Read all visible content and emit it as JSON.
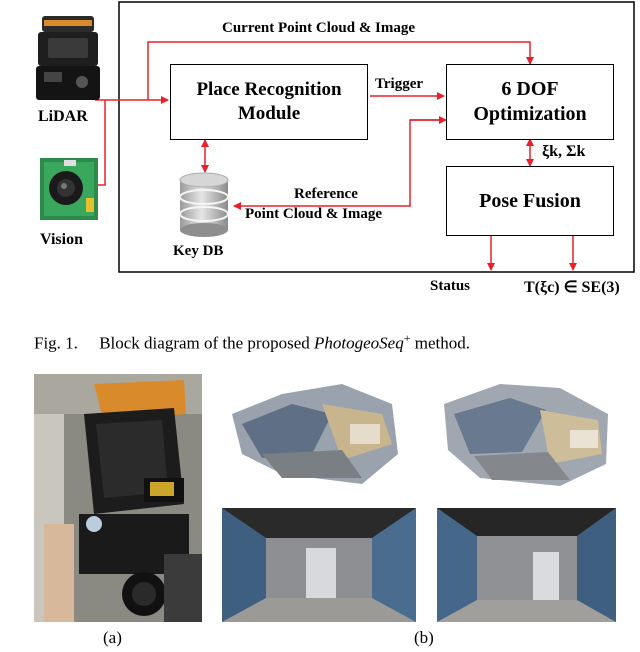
{
  "diagram": {
    "lidar_label": "LiDAR",
    "vision_label": "Vision",
    "place_recognition": [
      "Place Recognition",
      "Module"
    ],
    "dof_optimization": [
      "6 DOF",
      "Optimization"
    ],
    "pose_fusion": "Pose Fusion",
    "key_db": "Key DB",
    "current_label": "Current Point Cloud & Image",
    "trigger_label": "Trigger",
    "reference_label": [
      "Reference",
      "Point Cloud & Image"
    ],
    "xi_sigma_label": "ξk, Σk",
    "status_label": "Status",
    "pose_output": "T(ξc) ∈ SE(3)"
  },
  "caption": {
    "fig": "Fig. 1.",
    "text_before": "Block diagram of the proposed",
    "method": "PhotogeoSeq",
    "superscript": "+",
    "text_after": "method."
  },
  "subfigures": {
    "a": "(a)",
    "b": "(b)"
  },
  "colors": {
    "arrow": "#e8202a",
    "line": "#000000"
  }
}
